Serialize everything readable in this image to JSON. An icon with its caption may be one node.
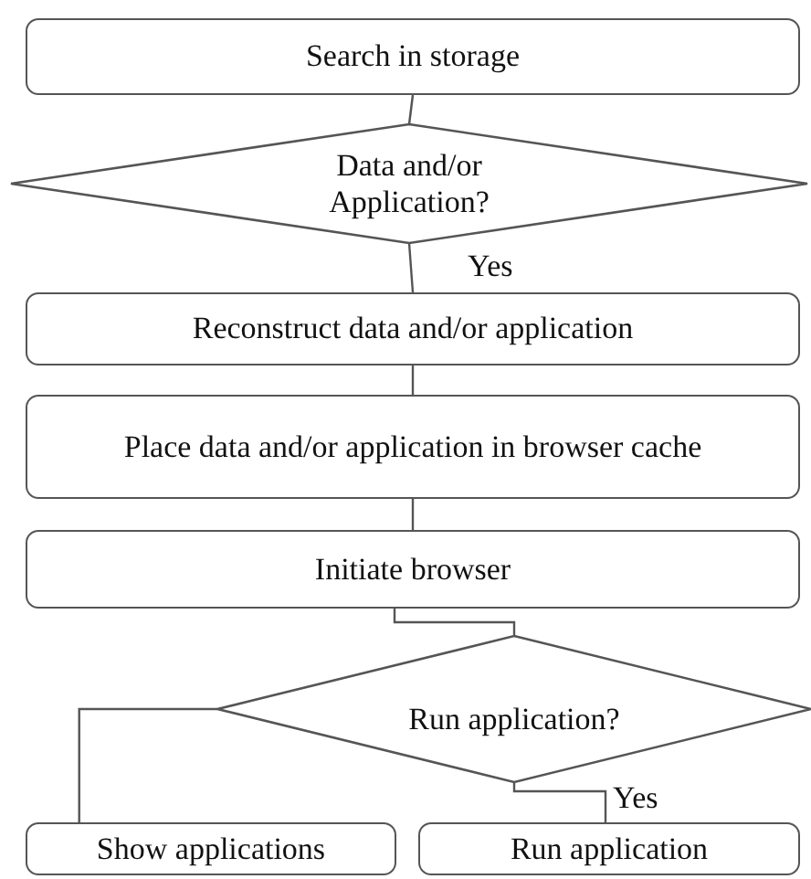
{
  "diagram": {
    "nodes": [
      {
        "text": [
          "Search in storage"
        ]
      },
      {
        "text": [
          "Data and/or Application?"
        ]
      },
      {
        "text": [
          "Reconstruct data and/or application"
        ]
      },
      {
        "text": [
          "Place data and/or application in browser cache"
        ]
      },
      {
        "text": [
          "Initiate browser"
        ]
      },
      {
        "text": [
          "Run application?"
        ]
      },
      {
        "text": [
          "Show applications"
        ]
      },
      {
        "text": [
          "Run application"
        ]
      }
    ],
    "edges": [
      {
        "from": 0,
        "to": 1,
        "arrow": "none"
      },
      {
        "from": 1,
        "to": 2,
        "arrow": "none",
        "label": "Yes"
      },
      {
        "from": 2,
        "to": 3,
        "arrow": "none"
      },
      {
        "from": 3,
        "to": 4,
        "arrow": "none"
      },
      {
        "from": 4,
        "to": 5,
        "arrow": "none"
      },
      {
        "from": 5,
        "to": 6,
        "arrow": "none"
      },
      {
        "from": 5,
        "to": 7,
        "arrow": "none",
        "label": "Yes"
      }
    ]
  }
}
